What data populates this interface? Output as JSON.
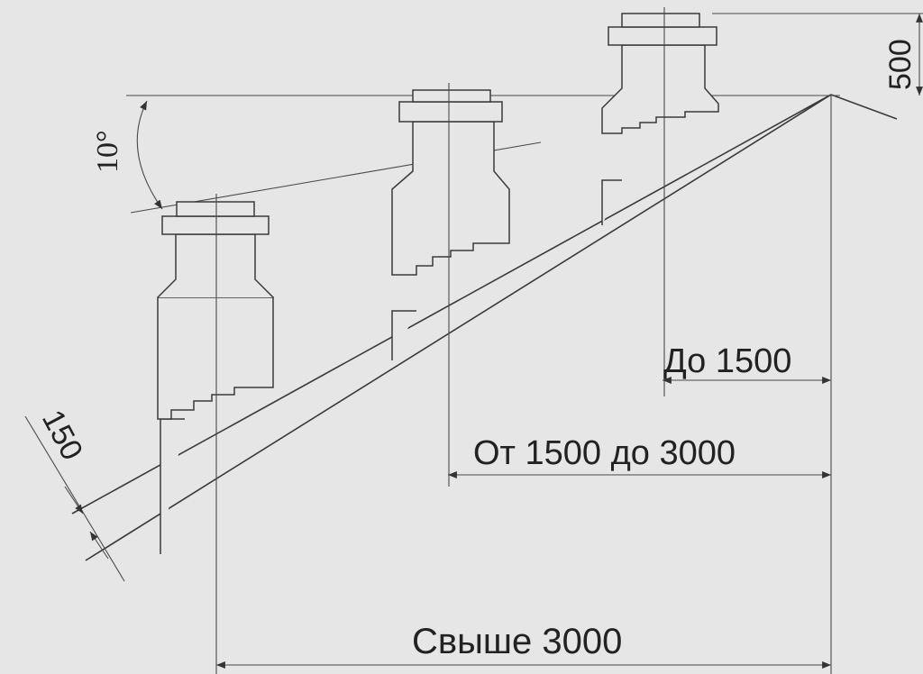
{
  "labels": {
    "height_above_ridge": "500",
    "angle": "10°",
    "roof_offset": "150",
    "distance_short": "До 1500",
    "distance_mid": "От 1500 до 3000",
    "distance_far": "Свыше 3000"
  },
  "colors": {
    "background": "#e6e6e6",
    "line": "#3a3a3a",
    "text": "#222222"
  }
}
